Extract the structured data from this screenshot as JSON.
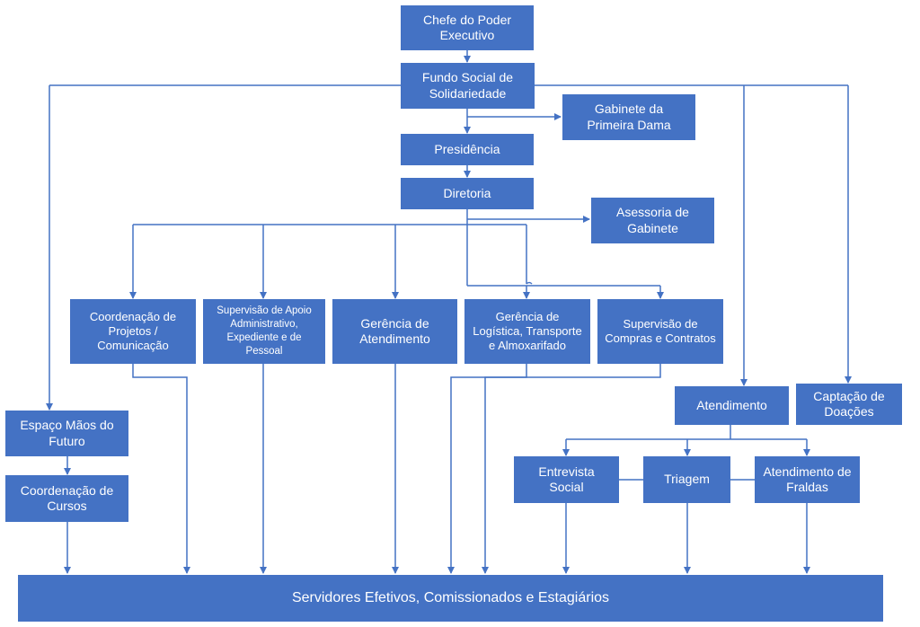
{
  "nodes": {
    "chefe": "Chefe do Poder\nExecutivo",
    "fundo": "Fundo Social de\nSolidariedade",
    "gabinete": "Gabinete da\nPrimeira Dama",
    "presidencia": "Presidência",
    "diretoria": "Diretoria",
    "assessoria": "Asessoria de\nGabinete",
    "coord_projetos": "Coordenação de\nProjetos /\nComunicação",
    "sup_apoio": "Supervisão de Apoio\nAdministrativo,\nExpediente e de\nPessoal",
    "ger_atendimento": "Gerência de\nAtendimento",
    "ger_logistica": "Gerência de\nLogística, Transporte\ne Almoxarifado",
    "sup_compras": "Supervisão de\nCompras e Contratos",
    "atendimento": "Atendimento",
    "captacao": "Captação de\nDoações",
    "espaco": "Espaço Mãos do\nFuturo",
    "coord_cursos": "Coordenação de\nCursos",
    "entrevista": "Entrevista\nSocial",
    "triagem": "Triagem",
    "fraldas": "Atendimento de\nFraldas",
    "servidores": "Servidores Efetivos, Comissionados e Estagiários"
  },
  "colors": {
    "box": "#4472c4",
    "line": "#4472c4",
    "text": "#ffffff"
  }
}
